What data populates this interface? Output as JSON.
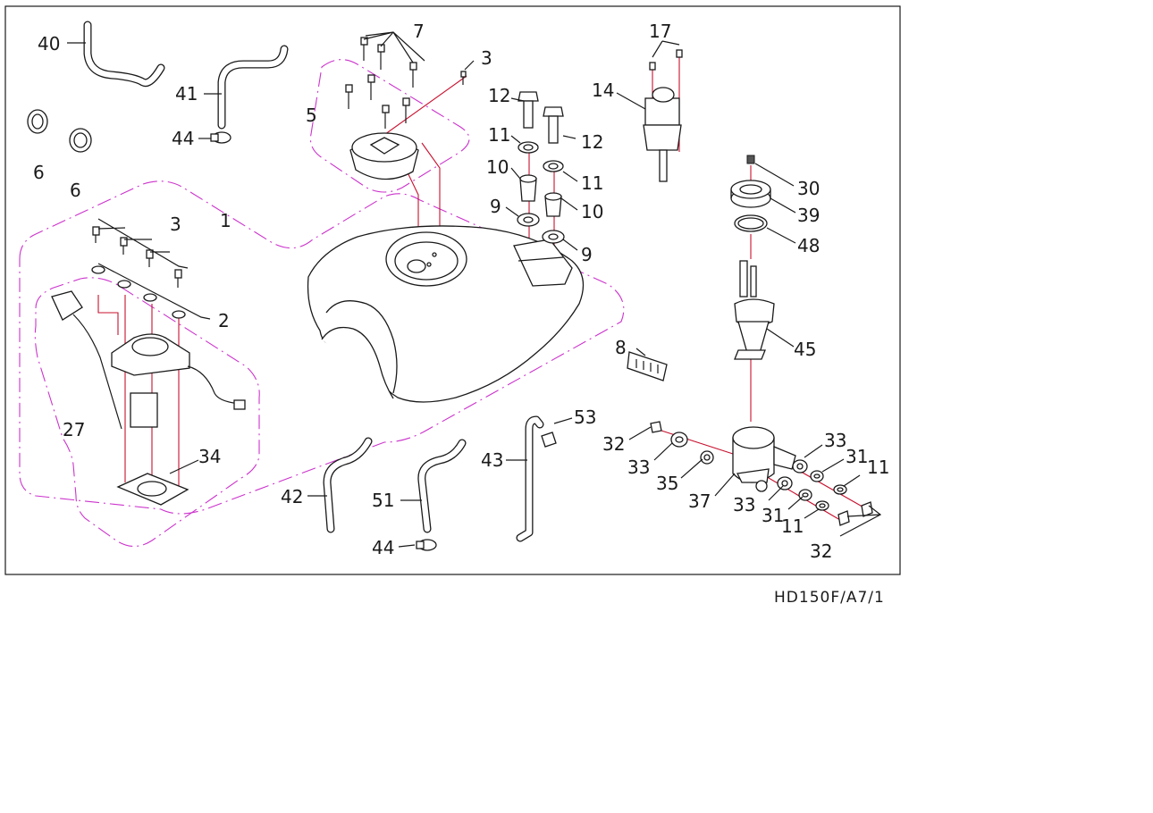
{
  "diagram": {
    "footer_code": "HD150F/A7/1",
    "callouts": {
      "c40": "40",
      "c41": "41",
      "c44a": "44",
      "c6a": "6",
      "c6b": "6",
      "c7": "7",
      "c3a": "3",
      "c5": "5",
      "c12a": "12",
      "c12b": "12",
      "c11a": "11",
      "c11b": "11",
      "c10a": "10",
      "c10b": "10",
      "c9a": "9",
      "c9b": "9",
      "c14": "14",
      "c17": "17",
      "c30": "30",
      "c39": "39",
      "c48": "48",
      "c45": "45",
      "c1": "1",
      "c3b": "3",
      "c2": "2",
      "c27": "27",
      "c34": "34",
      "c8": "8",
      "c53": "53",
      "c43": "43",
      "c42": "42",
      "c51": "51",
      "c44b": "44",
      "c32a": "32",
      "c33a": "33",
      "c35": "35",
      "c37": "37",
      "c33b": "33",
      "c33c": "33",
      "c31a": "31",
      "c31b": "31",
      "c11c": "11",
      "c11d": "11",
      "c32b": "32"
    }
  }
}
